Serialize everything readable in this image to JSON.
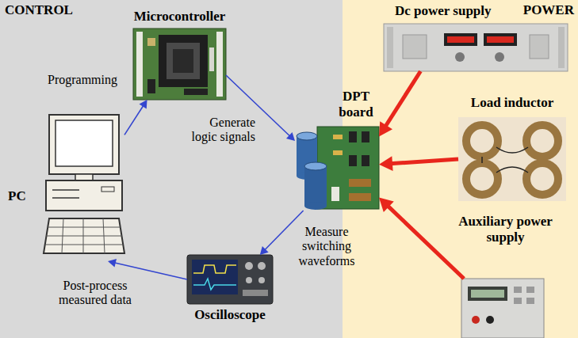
{
  "diagram": {
    "nodes": [
      {
        "text": [
          "CONTROL"
        ]
      },
      {
        "text": [
          "Microcontroller"
        ],
        "in": 0
      },
      {
        "text": [
          "PC"
        ],
        "in": 0
      },
      {
        "text": [
          "Oscilloscope"
        ],
        "in": 0
      },
      {
        "text": [
          "POWER"
        ]
      },
      {
        "text": [
          "Dc power supply"
        ],
        "in": 4
      },
      {
        "text": [
          "Load inductor"
        ],
        "in": 4
      },
      {
        "text": [
          "Auxiliary power supply"
        ],
        "in": 4
      },
      {
        "text": [
          "DPT board"
        ]
      }
    ],
    "edges": [
      {
        "from": 2,
        "to": 1,
        "arrow": "to",
        "label": "Programming"
      },
      {
        "from": 1,
        "to": 8,
        "arrow": "to",
        "label": "Generate logic signals"
      },
      {
        "from": 8,
        "to": 3,
        "arrow": "to",
        "label": "Measure switching waveforms"
      },
      {
        "from": 3,
        "to": 2,
        "arrow": "to",
        "label": "Post-process measured data"
      },
      {
        "from": 5,
        "to": 8,
        "arrow": "to"
      },
      {
        "from": 6,
        "to": 8,
        "arrow": "to"
      },
      {
        "from": 7,
        "to": 8,
        "arrow": "to"
      }
    ]
  }
}
